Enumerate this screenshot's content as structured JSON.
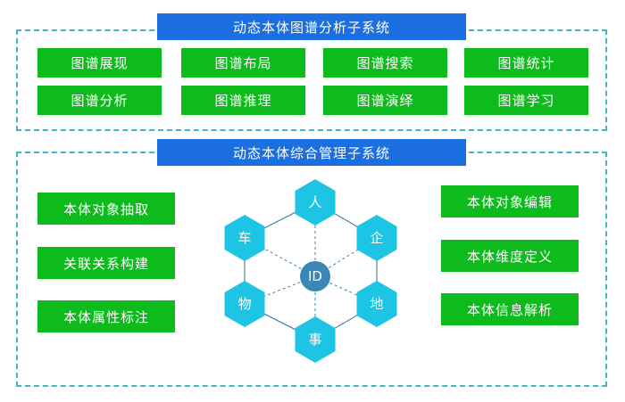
{
  "top_panel": {
    "title": "动态本体图谱分析子系统",
    "buttons": [
      "图谱展现",
      "图谱布局",
      "图谱搜索",
      "图谱统计",
      "图谱分析",
      "图谱推理",
      "图谱演绎",
      "图谱学习"
    ]
  },
  "bottom_panel": {
    "title": "动态本体综合管理子系统",
    "left_buttons": [
      "本体对象抽取",
      "关联关系构建",
      "本体属性标注"
    ],
    "right_buttons": [
      "本体对象编辑",
      "本体维度定义",
      "本体信息解析"
    ],
    "network": {
      "center": "ID",
      "nodes": [
        "人",
        "企",
        "地",
        "事",
        "物",
        "车"
      ]
    }
  },
  "colors": {
    "title_bar": "#1b6fe0",
    "button_green": "#0dbb1d",
    "hexagon": "#1ec4e4",
    "center_circle": "#3a86b4",
    "dashed_border": "#3fb6c9"
  }
}
